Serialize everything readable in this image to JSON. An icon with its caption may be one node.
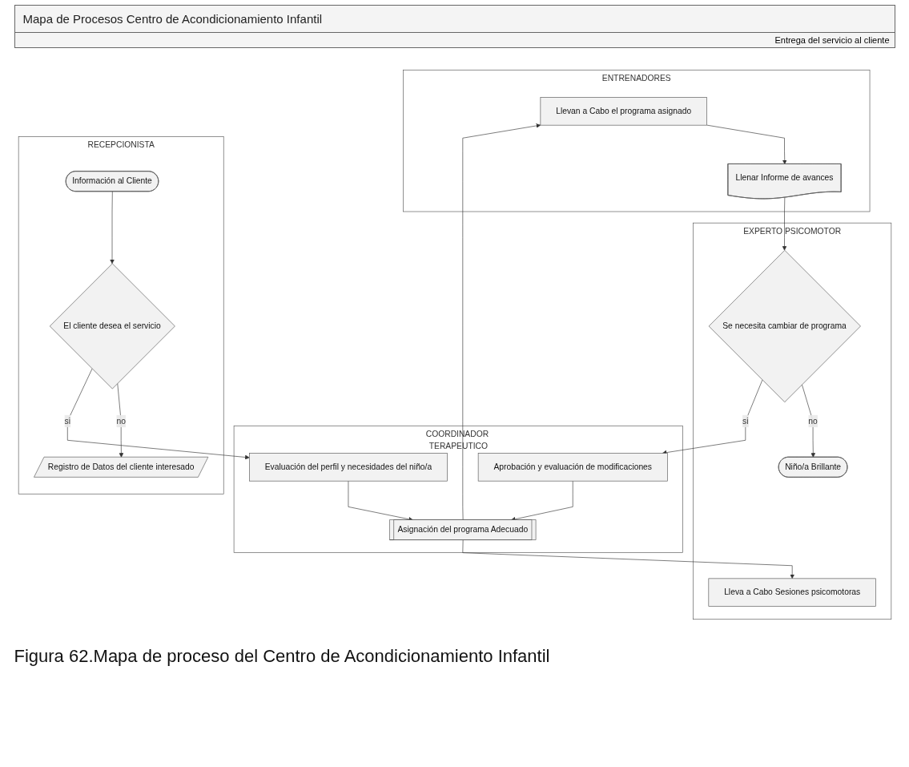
{
  "diagram": {
    "title": "Mapa de Procesos Centro de Acondicionamiento Infantil",
    "caption": "Figura 62.Mapa de proceso del Centro de Acondicionamiento Infantil",
    "nodes": [
      {
        "text": [
          "ENTRENADORES"
        ]
      },
      {
        "text": [
          "Llevan a Cabo el programa asignado"
        ],
        "in": 0
      },
      {
        "text": [
          "Llenar Informe de avances"
        ],
        "in": 0
      },
      {
        "text": [
          "EXPERTO PSICOMOTOR"
        ]
      },
      {
        "text": [
          "Lleva a Cabo Sesiones psicomotoras"
        ],
        "in": 3
      },
      {
        "text": [
          "Se necesita cambiar de programa"
        ],
        "in": 3
      },
      {
        "text": [
          "Niño/a Brillante"
        ],
        "in": 3
      },
      {
        "text": [
          "COORDINADOR TERAPEUTICO"
        ]
      },
      {
        "text": [
          "Evaluación del perfil y necesidades del niño/a"
        ],
        "in": 7
      },
      {
        "text": [
          "Asignación del programa Adecuado"
        ],
        "in": 7
      },
      {
        "text": [
          "Aprobación y evaluación de modificaciones"
        ],
        "in": 7
      },
      {
        "text": [
          "RECEPCIONISTA"
        ]
      },
      {
        "text": [
          "Información al Cliente"
        ],
        "in": 11
      },
      {
        "text": [
          "El cliente desea el servicio"
        ],
        "in": 11
      },
      {
        "text": [
          "Registro de Datos del cliente interesado"
        ],
        "in": 11
      }
    ],
    "edges": [
      {
        "from": 1,
        "to": 2,
        "arrow": "to"
      },
      {
        "from": 2,
        "to": 5,
        "arrow": "to"
      },
      {
        "from": 5,
        "to": 6,
        "arrow": "to",
        "label": "no"
      },
      {
        "from": 5,
        "to": 10,
        "arrow": "to",
        "label": "si"
      },
      {
        "from": 10,
        "to": 9,
        "arrow": "to"
      },
      {
        "from": 8,
        "to": 9,
        "arrow": "to"
      },
      {
        "from": 9,
        "to": 1,
        "arrow": "to"
      },
      {
        "from": 9,
        "to": 4,
        "arrow": "to"
      },
      {
        "from": 12,
        "to": 13,
        "arrow": "to"
      },
      {
        "from": 13,
        "to": 14,
        "arrow": "to",
        "label": "no"
      },
      {
        "from": 13,
        "to": 8,
        "arrow": "to",
        "label": "si"
      }
    ],
    "labels": [
      "Entrega del servicio al cliente"
    ]
  }
}
